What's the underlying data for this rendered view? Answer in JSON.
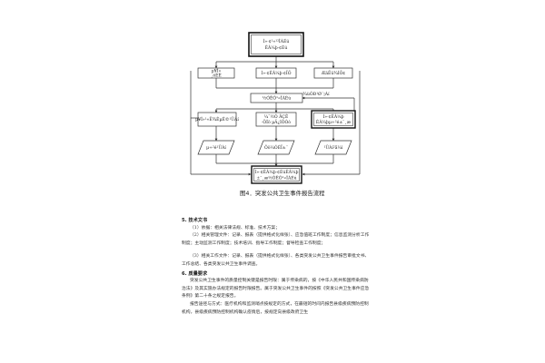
{
  "flowchart": {
    "top_box": [
      "Ì»·¢¹«¹²ÎÀÉú",
      "ÊÂ¼þ·¢Éú"
    ],
    "row1": [
      [
        "µ¥Î»",
        "¸öÈË"
      ],
      [
        "Ì»·¢ÊÂ¼þ·¢ÏÖ"
      ],
      [
        "ÆäËü¾ÍÖ¢"
      ]
    ],
    "center_box": "½ÓÊÕ¹«ÎÀÉú",
    "side_label": "¾ùÓÐ¹Ø´¦Àí",
    "row3": [
      "µ¥Î»¹«Ë¾ÊµÊ©¹ÜÀí",
      [
        "¼¯½Ó ÃÇÊ",
        "·ÖÎö µÄ¿ÍÔ­Òò"
      ],
      [
        "Ì»·¢ÊÂ¼þ",
        "ÊÂ¼þµ÷²é±¨¸æ"
      ]
    ],
    "row4": [
      "µ÷²é¹ÜÀí",
      "Ôö¼ÓÉÏ±¨",
      "¹ÜÀí²ã¼ì"
    ],
    "bottom_box": [
      "Ì»·¢ÊÂ¼þ·¢ÉúÊÂ¼þ",
      "±¨¸æ½ÓÊÕ¹«ÎÀÉú"
    ]
  },
  "caption": "图4．突发公共卫生事件报告流程",
  "sections": [
    {
      "heading": "5. 技术文书",
      "paragraphs": [
        "（1）依据：相关法律法规、标准、技术方案；",
        "（2）相关管理文件：记录、报表（提供格式化样张）、应急值班工作制度；信息监测分析工作制度；主动监测工作制度；技术培训、指导工作制度；督导检查工作制度；",
        "（3）相关工作文件：记录、报表（提供格式化样张）、各类突发公共卫生事件报告审批文书、工作总结、各类突发公共卫生事件调查。"
      ]
    },
    {
      "heading": "6. 质量要求",
      "paragraphs": [
        "突发公共卫生事件的质量控制关键是报告时限：属于传染病的，按《中华人民共和国传染病防治法》及其实施办法规定的报告时限报告。属于突发公共卫生事件的按照《突发公共卫生事件应急条例》第二十条之规定报告。",
        "报告途径与方式：医疗机构和监测哨点按规定的方式，在最短的时间内报告县级疾病预防控制机构，县级疾病预防控制机构确认疫情后，按规定向县级政府卫生"
      ]
    }
  ]
}
